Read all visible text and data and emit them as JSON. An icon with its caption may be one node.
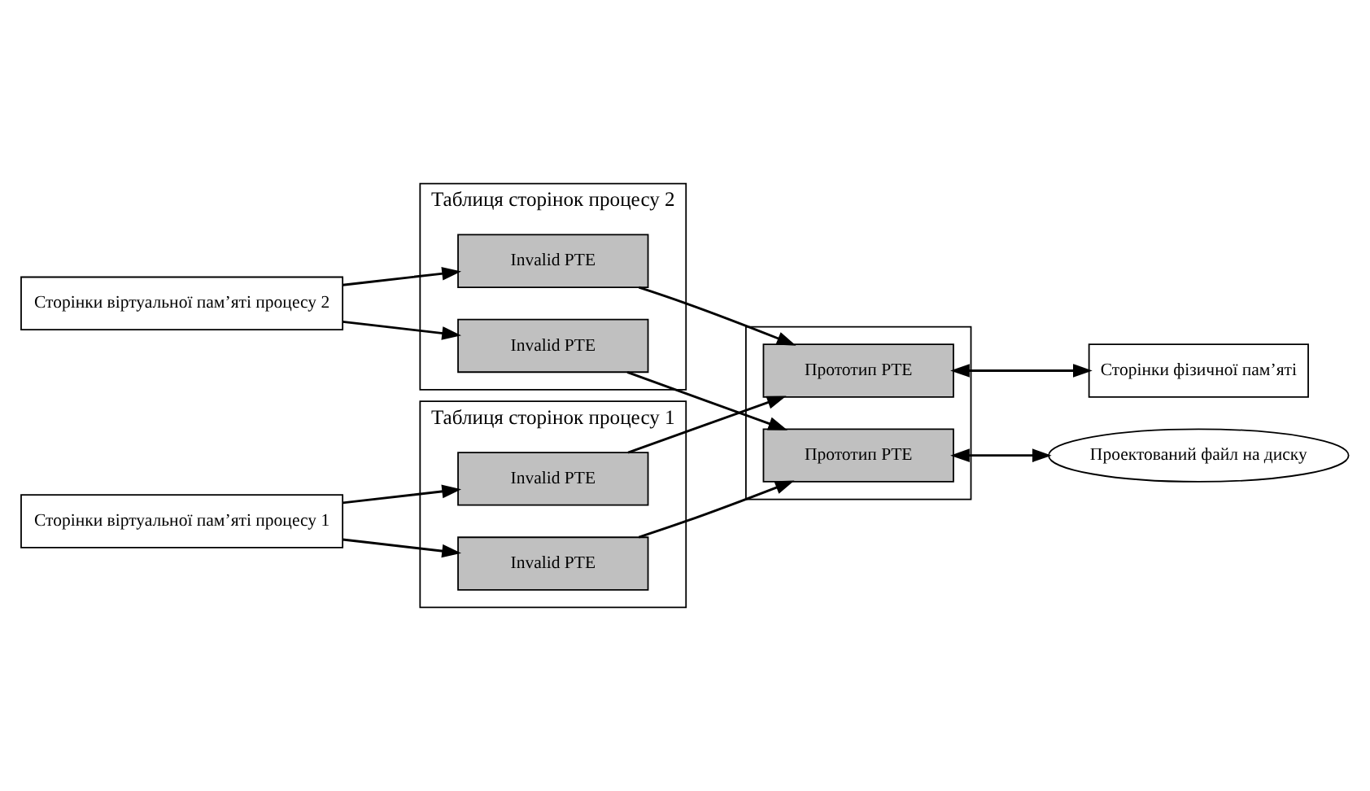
{
  "diagram": {
    "nodes": [
      {
        "text": [
          "Таблиця сторінок процесу 1"
        ]
      },
      {
        "text": [
          "Invalid PTE"
        ],
        "in": 0
      },
      {
        "text": [
          "Invalid PTE"
        ],
        "in": 0
      },
      {
        "text": [],
        "shape": "box"
      },
      {
        "text": [
          "Прототип PTE"
        ],
        "in": 3
      },
      {
        "text": [
          "Прототип PTE"
        ],
        "in": 3
      },
      {
        "text": [
          "Таблиця сторінок процесу 2"
        ]
      },
      {
        "text": [
          "Invalid PTE"
        ],
        "in": 6
      },
      {
        "text": [
          "Invalid PTE"
        ],
        "in": 6
      },
      {
        "text": [
          "Сторінки віртуальної пам’яті процесу 1"
        ]
      },
      {
        "text": [
          "Сторінки фізичної пам’яті"
        ]
      },
      {
        "text": [
          "Проектований файл на диску"
        ]
      },
      {
        "text": [
          "Сторінки віртуальної пам’яті процесу 2"
        ]
      }
    ],
    "edges": [
      {
        "from": 9,
        "to": 1,
        "arrow": "to"
      },
      {
        "from": 9,
        "to": 2,
        "arrow": "to"
      },
      {
        "from": 1,
        "to": 4,
        "arrow": "to"
      },
      {
        "from": 2,
        "to": 5,
        "arrow": "to"
      },
      {
        "from": 12,
        "to": 7,
        "arrow": "to"
      },
      {
        "from": 12,
        "to": 8,
        "arrow": "to"
      },
      {
        "from": 7,
        "to": 4,
        "arrow": "to"
      },
      {
        "from": 8,
        "to": 5,
        "arrow": "to"
      },
      {
        "from": 4,
        "to": 10,
        "arrow": "both"
      },
      {
        "from": 5,
        "to": 11,
        "arrow": "both"
      }
    ]
  }
}
